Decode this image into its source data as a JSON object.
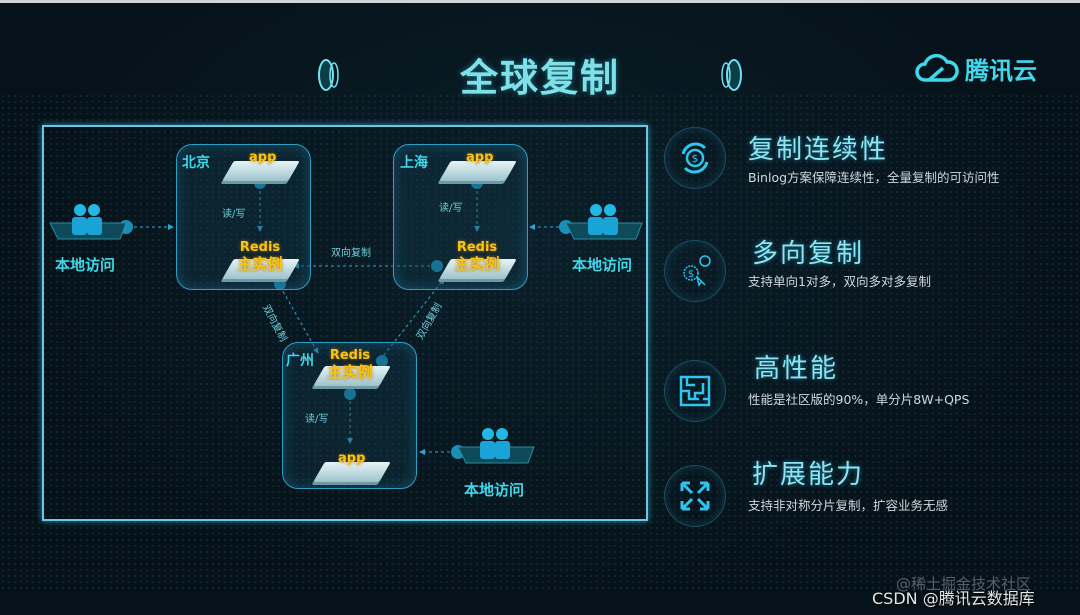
{
  "header": {
    "title": "全球复制",
    "logo_text": "腾讯云"
  },
  "diagram": {
    "regions": [
      {
        "city": "北京",
        "app": "app",
        "rw": "读/写",
        "redis": "Redis",
        "role": "主实例"
      },
      {
        "city": "上海",
        "app": "app",
        "rw": "读/写",
        "redis": "Redis",
        "role": "主实例"
      },
      {
        "city": "广州",
        "app": "app",
        "rw": "读/写",
        "redis": "Redis",
        "role": "主实例"
      }
    ],
    "replication_label": "双向复制",
    "local_access": "本地访问"
  },
  "features": [
    {
      "icon": "currency-cycle-icon",
      "title": "复制连续性",
      "desc": "Binlog方案保障连续性，全量复制的可访问性"
    },
    {
      "icon": "currency-click-icon",
      "title": "多向复制",
      "desc": "支持单向1对多，双向多对多复制"
    },
    {
      "icon": "maze-icon",
      "title": "高性能",
      "desc": "性能是社区版的90%，单分片8W+QPS"
    },
    {
      "icon": "expand-arrows-icon",
      "title": "扩展能力",
      "desc": "支持非对称分片复制，扩容业务无感"
    }
  ],
  "watermarks": {
    "juejin": "@稀土掘金技术社区",
    "csdn": "CSDN @腾讯云数据库"
  },
  "colors": {
    "accent": "#3fd8ea",
    "highlight": "#f5c518",
    "background": "#061219"
  }
}
